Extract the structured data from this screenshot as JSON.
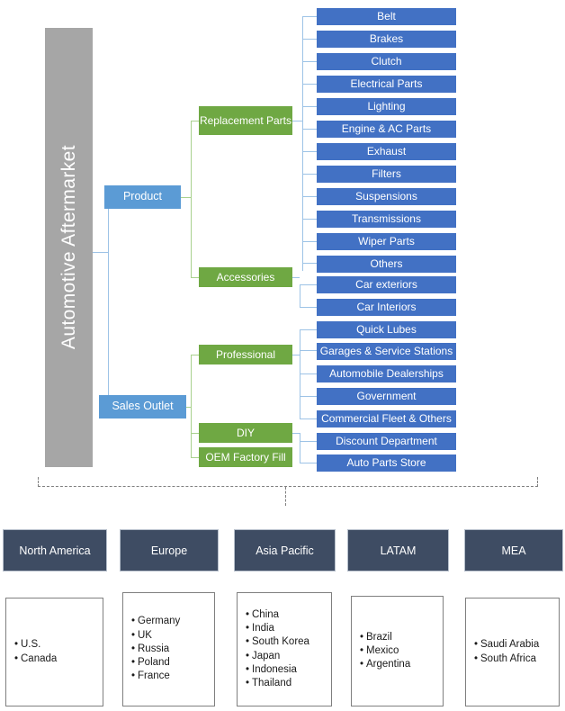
{
  "diagram": {
    "root": {
      "label": "Automotive Aftermarket"
    },
    "branches": [
      {
        "label": "Product"
      },
      {
        "label": "Sales Outlet"
      }
    ],
    "categories": [
      {
        "label": "Replacement Parts"
      },
      {
        "label": "Accessories"
      },
      {
        "label": "Professional"
      },
      {
        "label": "DIY"
      },
      {
        "label": "OEM Factory Fill"
      }
    ],
    "leaves": [
      {
        "label": "Belt"
      },
      {
        "label": "Brakes"
      },
      {
        "label": "Clutch"
      },
      {
        "label": "Electrical Parts"
      },
      {
        "label": "Lighting"
      },
      {
        "label": "Engine & AC Parts"
      },
      {
        "label": "Exhaust"
      },
      {
        "label": "Filters"
      },
      {
        "label": "Suspensions"
      },
      {
        "label": "Transmissions"
      },
      {
        "label": "Wiper Parts"
      },
      {
        "label": "Others"
      },
      {
        "label": "Car exteriors"
      },
      {
        "label": "Car Interiors"
      },
      {
        "label": "Quick Lubes"
      },
      {
        "label": "Garages & Service Stations"
      },
      {
        "label": "Automobile Dealerships"
      },
      {
        "label": "Government"
      },
      {
        "label": "Commercial Fleet & Others"
      },
      {
        "label": "Discount Department"
      },
      {
        "label": "Auto Parts Store"
      }
    ],
    "regions": [
      {
        "name": "North America",
        "countries": [
          "U.S.",
          "Canada"
        ]
      },
      {
        "name": "Europe",
        "countries": [
          "Germany",
          "UK",
          "Russia",
          "Poland",
          "France"
        ]
      },
      {
        "name": "Asia Pacific",
        "countries": [
          "China",
          "India",
          "South Korea",
          "Japan",
          "Indonesia",
          "Thailand"
        ]
      },
      {
        "name": "LATAM",
        "countries": [
          "Brazil",
          "Mexico",
          "Argentina"
        ]
      },
      {
        "name": "MEA",
        "countries": [
          "Saudi Arabia",
          "South Africa"
        ]
      }
    ],
    "colors": {
      "root": "#a6a6a6",
      "branch": "#5b9bd5",
      "category": "#6fa843",
      "leaf": "#4271c4",
      "region_header": "#3e4c63",
      "connector_blue": "#9dc3e6",
      "connector_green": "#a9d18e",
      "bracket": "#808080"
    }
  }
}
